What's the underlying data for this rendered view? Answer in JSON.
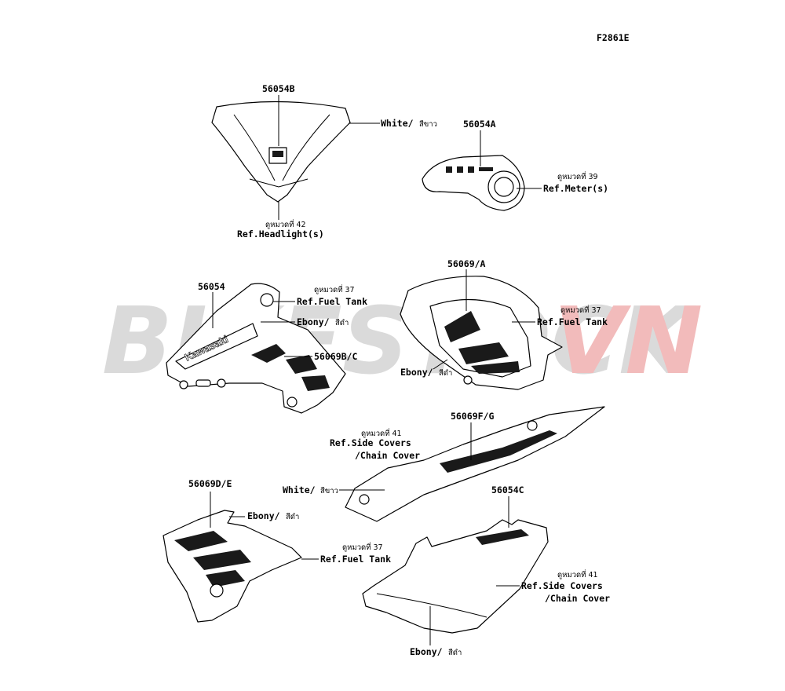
{
  "figure_code": "F2861E",
  "watermark": {
    "part1": "BIKESTOCK",
    "part2": "VN"
  },
  "labels": {
    "p56054B": "56054B",
    "white1": "White/",
    "white1_th": "สีขาว",
    "ref42_th": "ดูหมวดที่ 42",
    "ref_headlight": "Ref.Headlight(s)",
    "p56054A": "56054A",
    "ref39_th": "ดูหมวดที่ 39",
    "ref_meter": "Ref.Meter(s)",
    "p56054": "56054",
    "ref37a_th": "ดูหมวดที่ 37",
    "ref_fuel_a": "Ref.Fuel Tank",
    "ebony_a": "Ebony/",
    "ebony_a_th": "สีดำ",
    "p56069BC": "56069B/C",
    "p56069A": "56069/A",
    "ref37b_th": "ดูหมวดที่ 37",
    "ref_fuel_b": "Ref.Fuel Tank",
    "ebony_b": "Ebony/",
    "ebony_b_th": "สีดำ",
    "ref41a_th": "ดูหมวดที่ 41",
    "ref_side_a1": "Ref.Side Covers",
    "ref_side_a2": "/Chain Cover",
    "p56069FG": "56069F/G",
    "white2": "White/",
    "white2_th": "สีขาว",
    "p56069DE": "56069D/E",
    "ebony_c": "Ebony/",
    "ebony_c_th": "สีดำ",
    "ref37c_th": "ดูหมวดที่ 37",
    "ref_fuel_c": "Ref.Fuel Tank",
    "p56054C": "56054C",
    "ref41b_th": "ดูหมวดที่ 41",
    "ref_side_b1": "Ref.Side Covers",
    "ref_side_b2": "/Chain Cover",
    "ebony_d": "Ebony/",
    "ebony_d_th": "สีดำ"
  },
  "decal_texts": {
    "kawasaki": "Kawasaki"
  },
  "colors": {
    "watermark_gray": "#d9d9d9",
    "watermark_red": "#f2b8b8"
  }
}
